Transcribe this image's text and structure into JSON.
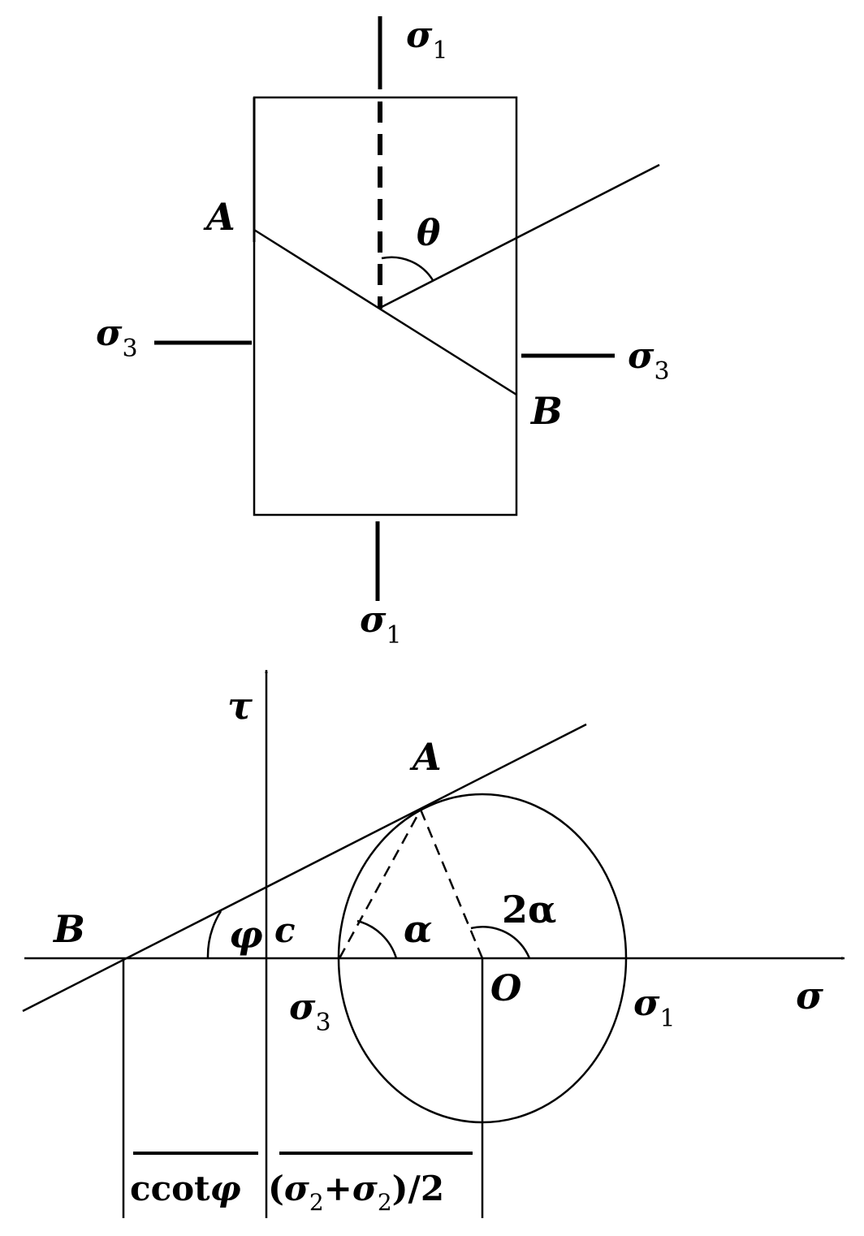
{
  "specimen": {
    "sigma1_top": {
      "main": "σ",
      "sub": "1"
    },
    "sigma1_bottom": {
      "main": "σ",
      "sub": "1"
    },
    "sigma3_left": {
      "main": "σ",
      "sub": "3"
    },
    "sigma3_right": {
      "main": "σ",
      "sub": "3"
    },
    "point_a": "A",
    "point_b": "B",
    "theta": "θ"
  },
  "mohr": {
    "tau_axis": "τ",
    "sigma_axis": "σ",
    "point_a": "A",
    "point_b": "B",
    "phi": "φ",
    "c": "c",
    "alpha": "α",
    "two_alpha": "2α",
    "center_o": "O",
    "sigma3": {
      "main": "σ",
      "sub": "3"
    },
    "sigma1": {
      "main": "σ",
      "sub": "1"
    },
    "ccot": {
      "prefix": "ccot",
      "symbol": "φ"
    },
    "half_sum": {
      "open": "(",
      "s1": "σ",
      "sub1": "2",
      "plus": "+",
      "s2": "σ",
      "sub2": "2",
      "close": ")/2"
    }
  }
}
